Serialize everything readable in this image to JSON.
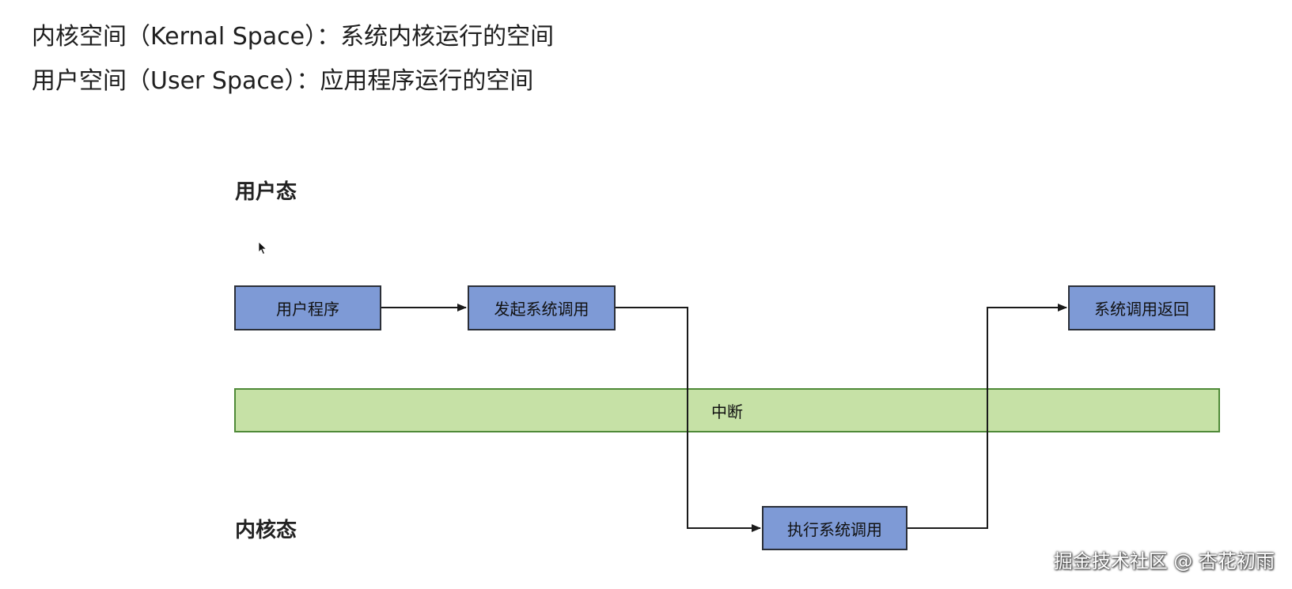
{
  "definitions": {
    "kernel_space": "内核空间（Kernal Space）：系统内核运行的空间",
    "user_space": "用户空间（User Space）：应用程序运行的空间"
  },
  "zones": {
    "user_mode": "用户态",
    "kernel_mode": "内核态"
  },
  "nodes": {
    "user_program": "用户程序",
    "syscall_start": "发起系统调用",
    "syscall_exec": "执行系统调用",
    "syscall_return": "系统调用返回"
  },
  "interrupt": "中断",
  "watermark": "掘金技术社区 @ 杏花初雨",
  "colors": {
    "node_fill": "#7e9ad6",
    "interrupt_fill": "#c6e1a6",
    "interrupt_border": "#4f8a38",
    "edge": "#1a1a1a"
  }
}
